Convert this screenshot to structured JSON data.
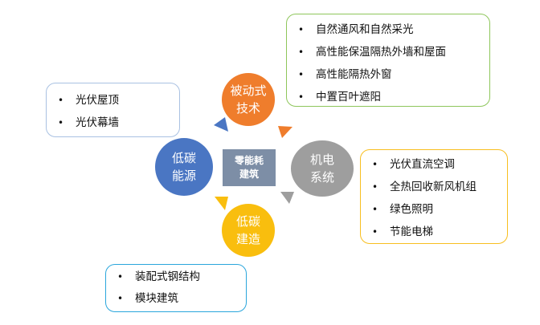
{
  "diagram": {
    "center": {
      "label": "零能耗\n建筑",
      "color": "#7d8ea6"
    },
    "nodes": [
      {
        "id": "passive",
        "label": "被动式\n技术",
        "color": "#ef7d2c"
      },
      {
        "id": "mep",
        "label": "机电\n系统",
        "color": "#9e9e9e"
      },
      {
        "id": "construction",
        "label": "低碳\n建造",
        "color": "#f9be0e"
      },
      {
        "id": "energy",
        "label": "低碳\n能源",
        "color": "#4a76c3"
      }
    ],
    "lists": {
      "passive": {
        "border": "#8ec65b",
        "items": [
          "自然通风和自然采光",
          "高性能保温隔热外墙和屋面",
          "高性能隔热外窗",
          "中置百叶遮阳"
        ]
      },
      "mep": {
        "border": "#f8be1f",
        "items": [
          "光伏直流空调",
          "全热回收新风机组",
          "绿色照明",
          "节能电梯"
        ]
      },
      "construction": {
        "border": "#2aa6dc",
        "items": [
          "装配式钢结构",
          "模块建筑"
        ]
      },
      "energy": {
        "border": "#a9c1e2",
        "items": [
          "光伏屋顶",
          "光伏幕墙"
        ]
      }
    }
  }
}
